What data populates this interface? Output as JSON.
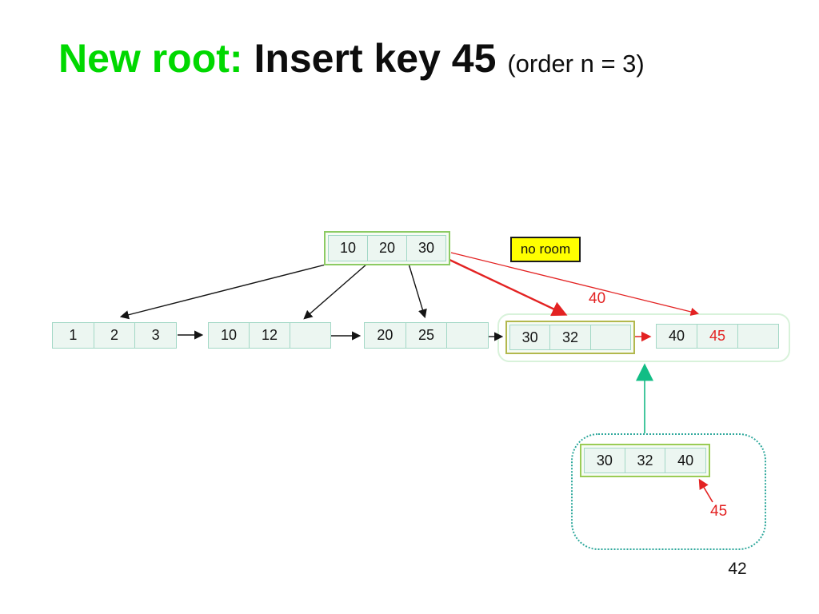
{
  "slide": {
    "title": {
      "highlight": "New root:",
      "main": " Insert key 45 ",
      "note": "(order n = 3)"
    },
    "page_number": "42"
  },
  "annotations": {
    "no_room_label": "no room",
    "overflow_key_label": "40",
    "new_key_label": "45"
  },
  "colors": {
    "title_highlight_green": "#00d800",
    "annotation_red": "#e32222",
    "no_room_bg": "#ffff00",
    "cell_border_teal": "#a3d8c6",
    "cell_fill": "#ecf6f1",
    "root_frame_green": "#8ccb63",
    "overflow_frame_olive": "#b2b84d",
    "split_frame_green": "#9acc55",
    "container_border_light_green": "#d8f2da",
    "dotted_box_teal": "#2fa89c",
    "teal_arrow": "#1fbd8a"
  },
  "tree": {
    "root": {
      "cells": [
        "10",
        "20",
        "30"
      ]
    },
    "leaf_1": {
      "cells": [
        "1",
        "2",
        "3"
      ]
    },
    "leaf_2": {
      "cells": [
        "10",
        "12",
        ""
      ]
    },
    "leaf_3": {
      "cells": [
        "20",
        "25",
        ""
      ]
    },
    "leaf_4_overflow": {
      "cells": [
        "30",
        "32",
        ""
      ]
    },
    "leaf_5_new": {
      "cells": [
        "40",
        "45",
        ""
      ]
    },
    "split_result": {
      "cells": [
        "30",
        "32",
        "40"
      ]
    }
  }
}
